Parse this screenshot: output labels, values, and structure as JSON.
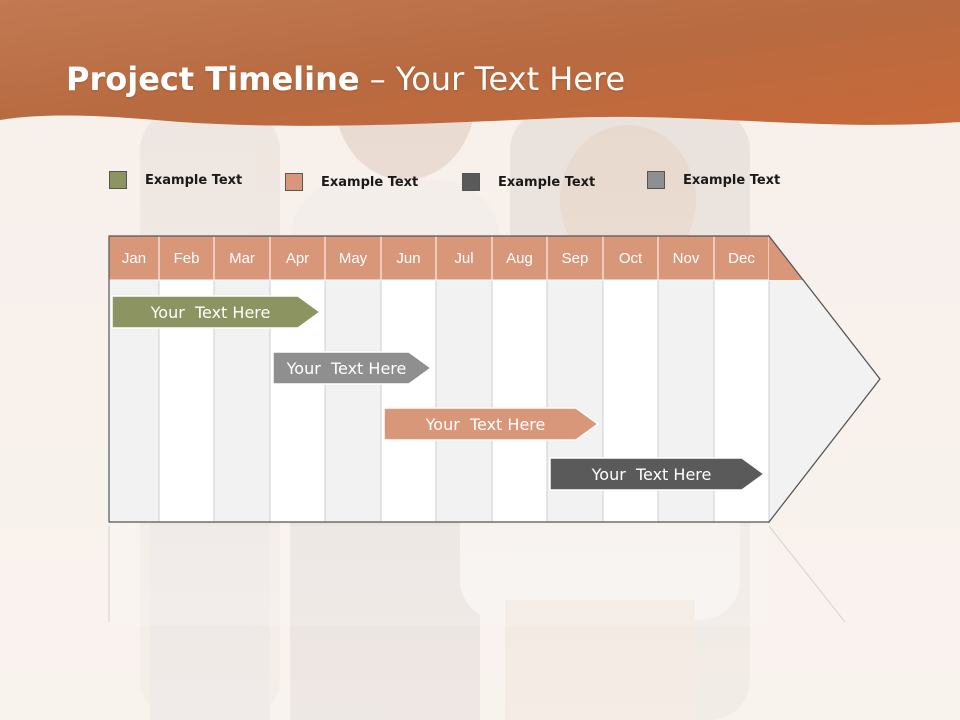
{
  "slide": {
    "title_bold": "Project Timeline",
    "title_rest": " – Your Text Here"
  },
  "legend": [
    {
      "label": "Example Text",
      "color": "#8c9461"
    },
    {
      "label": "Example Text",
      "color": "#d9977a"
    },
    {
      "label": "Example Text",
      "color": "#5a5a5a"
    },
    {
      "label": "Example Text",
      "color": "#8f8f8f"
    }
  ],
  "colors": {
    "header_band": "#c8683a",
    "month_header": "#d9977a",
    "column_light": "#f2f2f2",
    "column_white": "#ffffff"
  },
  "chart_data": {
    "type": "gantt",
    "categories": [
      "Jan",
      "Feb",
      "Mar",
      "Apr",
      "May",
      "Jun",
      "Jul",
      "Aug",
      "Sep",
      "Oct",
      "Nov",
      "Dec"
    ],
    "tasks": [
      {
        "label": "Your  Text Here",
        "start": 0,
        "end": 4,
        "color": "#8c9461"
      },
      {
        "label": "Your  Text Here",
        "start": 3,
        "end": 6,
        "color": "#8f8f8f"
      },
      {
        "label": "Your  Text Here",
        "start": 5,
        "end": 9,
        "color": "#d9977a"
      },
      {
        "label": "Your  Text Here",
        "start": 8,
        "end": 12,
        "color": "#5a5a5a"
      }
    ]
  }
}
